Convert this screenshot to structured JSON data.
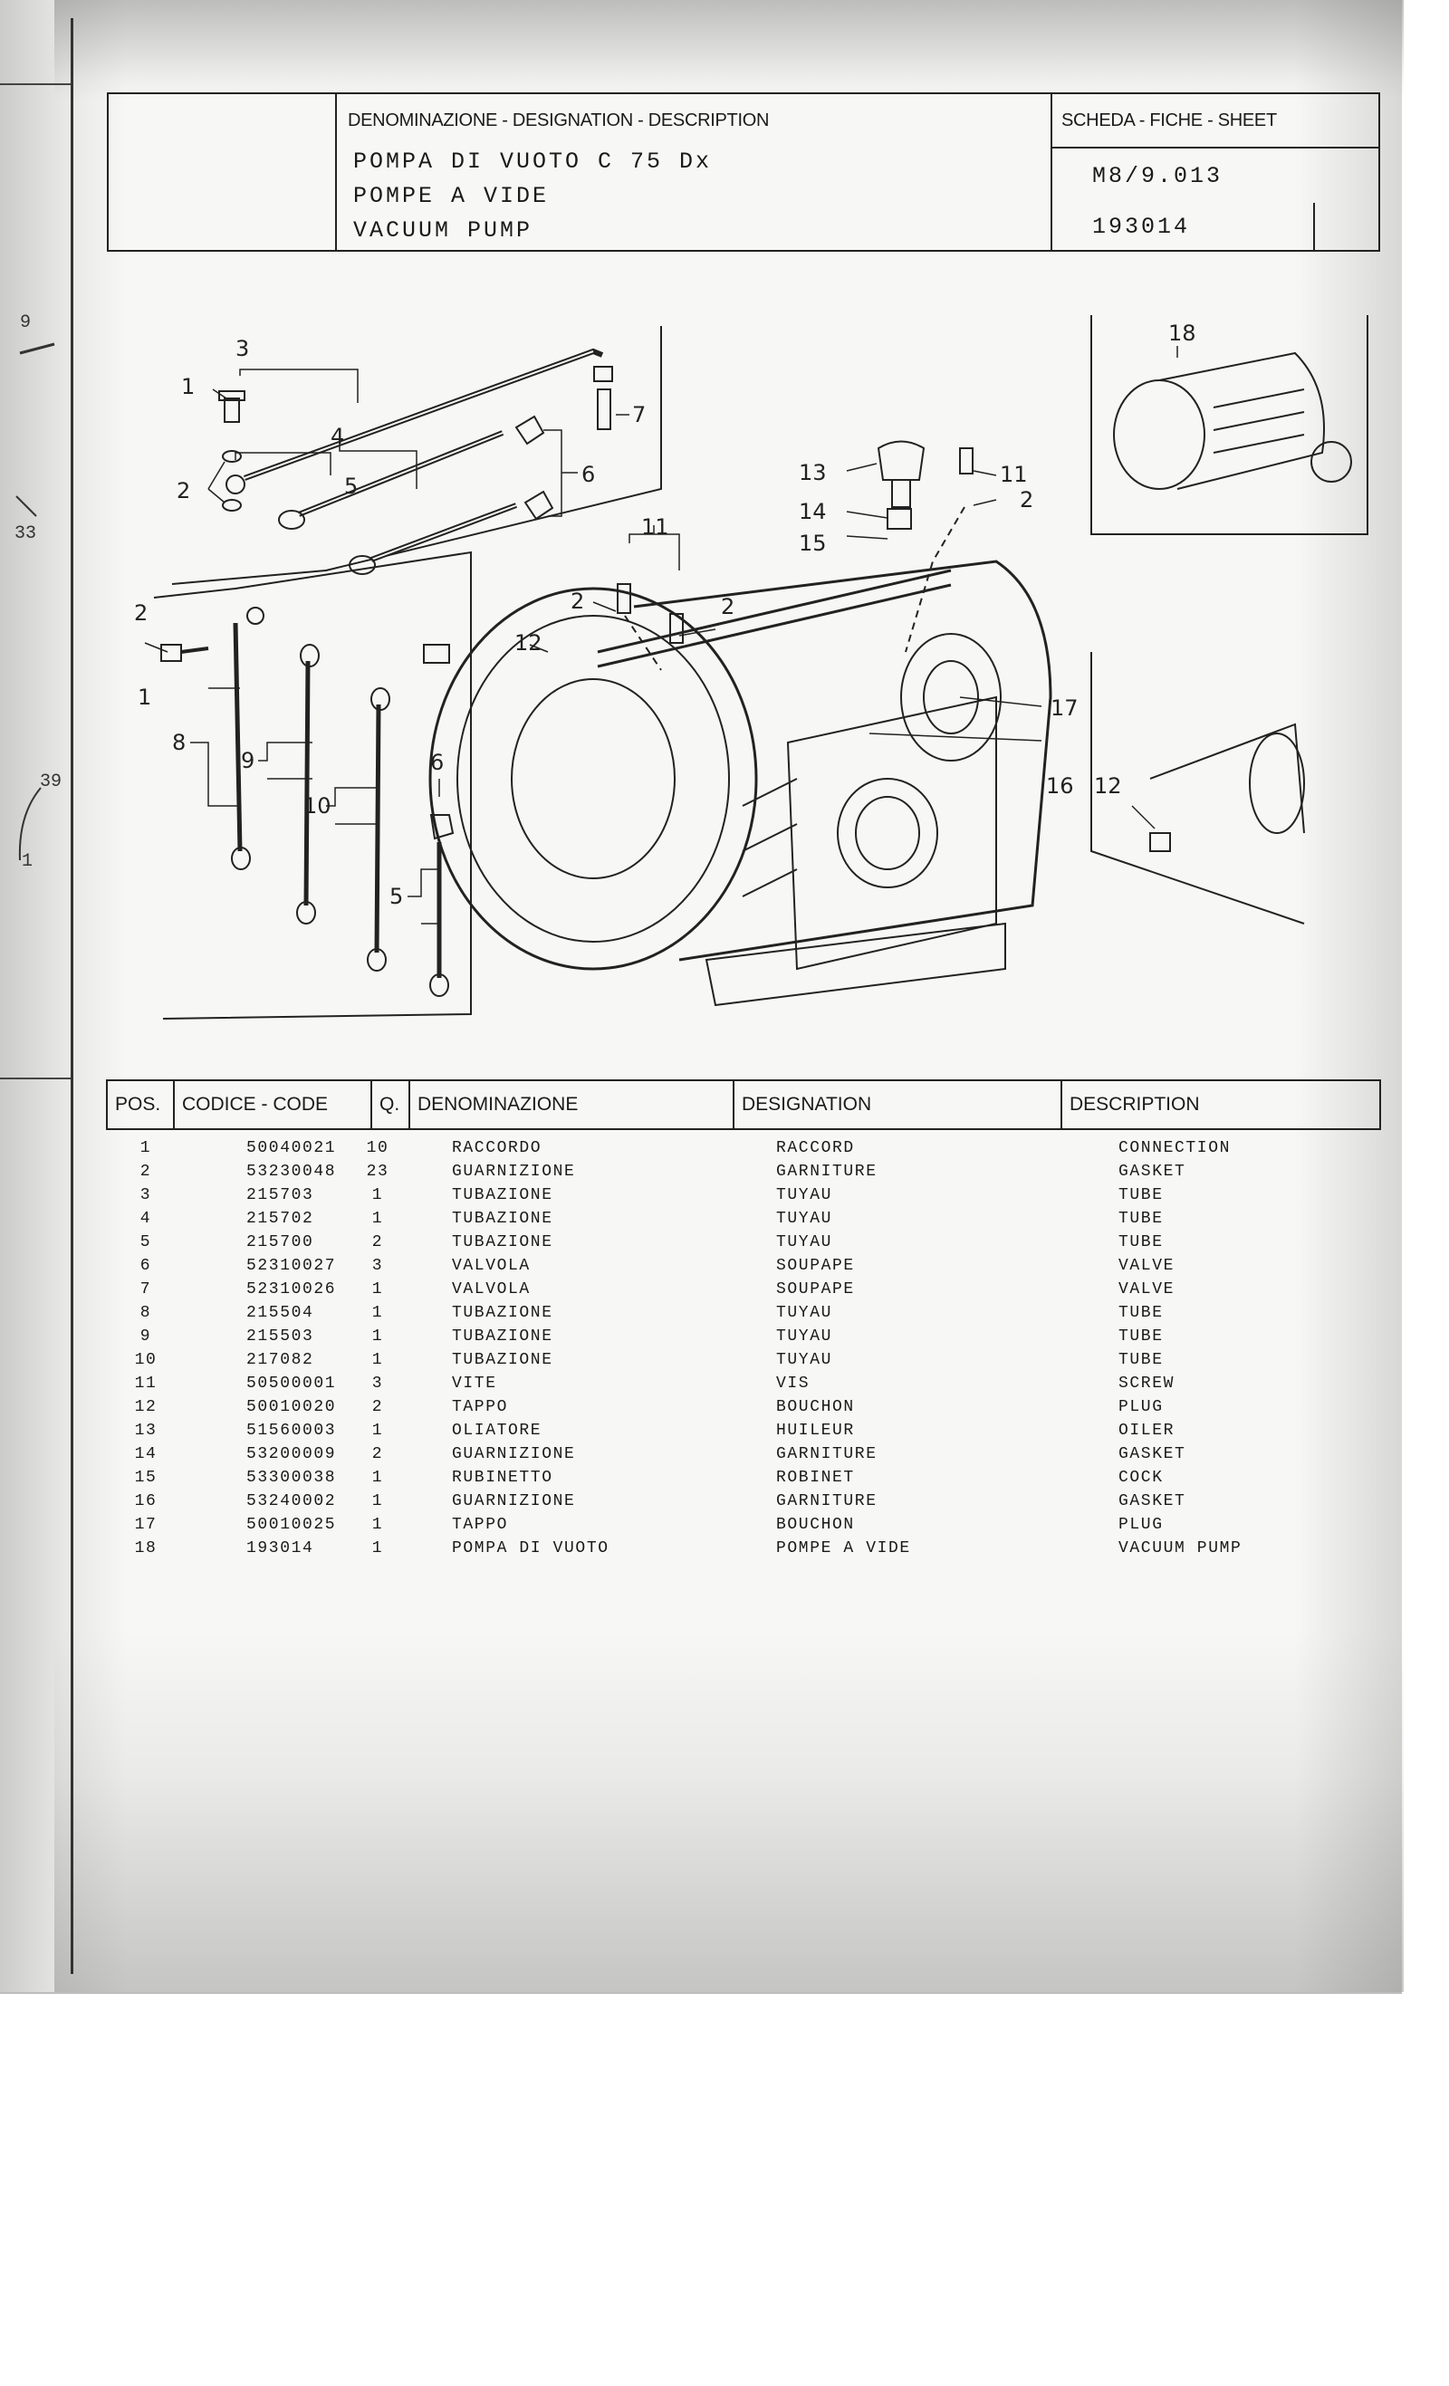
{
  "header": {
    "designation_label": "DENOMINAZIONE - DESIGNATION - DESCRIPTION",
    "sheet_label": "SCHEDA - FICHE - SHEET",
    "title_it": "POMPA DI VUOTO C 75 Dx",
    "title_fr": "POMPE A VIDE",
    "title_en": "VACUUM PUMP",
    "sheet_number": "M8/9.013",
    "part_code": "193014"
  },
  "margin_refs": [
    "9",
    "33",
    "39",
    "1"
  ],
  "callouts": [
    "1",
    "2",
    "3",
    "4",
    "5",
    "6",
    "7",
    "2",
    "1",
    "8",
    "9",
    "10",
    "5",
    "6",
    "11",
    "2",
    "2",
    "12",
    "13",
    "14",
    "15",
    "11",
    "2",
    "16",
    "17",
    "18",
    "12"
  ],
  "table": {
    "headers": {
      "pos": "POS.",
      "code": "CODICE - CODE",
      "qty": "Q.",
      "it": "DENOMINAZIONE",
      "fr": "DESIGNATION",
      "en": "DESCRIPTION"
    },
    "rows": [
      {
        "pos": "1",
        "code": "50040021",
        "qty": "10",
        "it": "RACCORDO",
        "fr": "RACCORD",
        "en": "CONNECTION"
      },
      {
        "pos": "2",
        "code": "53230048",
        "qty": "23",
        "it": "GUARNIZIONE",
        "fr": "GARNITURE",
        "en": "GASKET"
      },
      {
        "pos": "3",
        "code": "215703",
        "qty": "1",
        "it": "TUBAZIONE",
        "fr": "TUYAU",
        "en": "TUBE"
      },
      {
        "pos": "4",
        "code": "215702",
        "qty": "1",
        "it": "TUBAZIONE",
        "fr": "TUYAU",
        "en": "TUBE"
      },
      {
        "pos": "5",
        "code": "215700",
        "qty": "2",
        "it": "TUBAZIONE",
        "fr": "TUYAU",
        "en": "TUBE"
      },
      {
        "pos": "6",
        "code": "52310027",
        "qty": "3",
        "it": "VALVOLA",
        "fr": "SOUPAPE",
        "en": "VALVE"
      },
      {
        "pos": "7",
        "code": "52310026",
        "qty": "1",
        "it": "VALVOLA",
        "fr": "SOUPAPE",
        "en": "VALVE"
      },
      {
        "pos": "8",
        "code": "215504",
        "qty": "1",
        "it": "TUBAZIONE",
        "fr": "TUYAU",
        "en": "TUBE"
      },
      {
        "pos": "9",
        "code": "215503",
        "qty": "1",
        "it": "TUBAZIONE",
        "fr": "TUYAU",
        "en": "TUBE"
      },
      {
        "pos": "10",
        "code": "217082",
        "qty": "1",
        "it": "TUBAZIONE",
        "fr": "TUYAU",
        "en": "TUBE"
      },
      {
        "pos": "11",
        "code": "50500001",
        "qty": "3",
        "it": "VITE",
        "fr": "VIS",
        "en": "SCREW"
      },
      {
        "pos": "12",
        "code": "50010020",
        "qty": "2",
        "it": "TAPPO",
        "fr": "BOUCHON",
        "en": "PLUG"
      },
      {
        "pos": "13",
        "code": "51560003",
        "qty": "1",
        "it": "OLIATORE",
        "fr": "HUILEUR",
        "en": "OILER"
      },
      {
        "pos": "14",
        "code": "53200009",
        "qty": "2",
        "it": "GUARNIZIONE",
        "fr": "GARNITURE",
        "en": "GASKET"
      },
      {
        "pos": "15",
        "code": "53300038",
        "qty": "1",
        "it": "RUBINETTO",
        "fr": "ROBINET",
        "en": "COCK"
      },
      {
        "pos": "16",
        "code": "53240002",
        "qty": "1",
        "it": "GUARNIZIONE",
        "fr": "GARNITURE",
        "en": "GASKET"
      },
      {
        "pos": "17",
        "code": "50010025",
        "qty": "1",
        "it": "TAPPO",
        "fr": "BOUCHON",
        "en": "PLUG"
      },
      {
        "pos": "18",
        "code": "193014",
        "qty": "1",
        "it": "POMPA DI VUOTO",
        "fr": "POMPE A VIDE",
        "en": "VACUUM PUMP"
      }
    ]
  }
}
